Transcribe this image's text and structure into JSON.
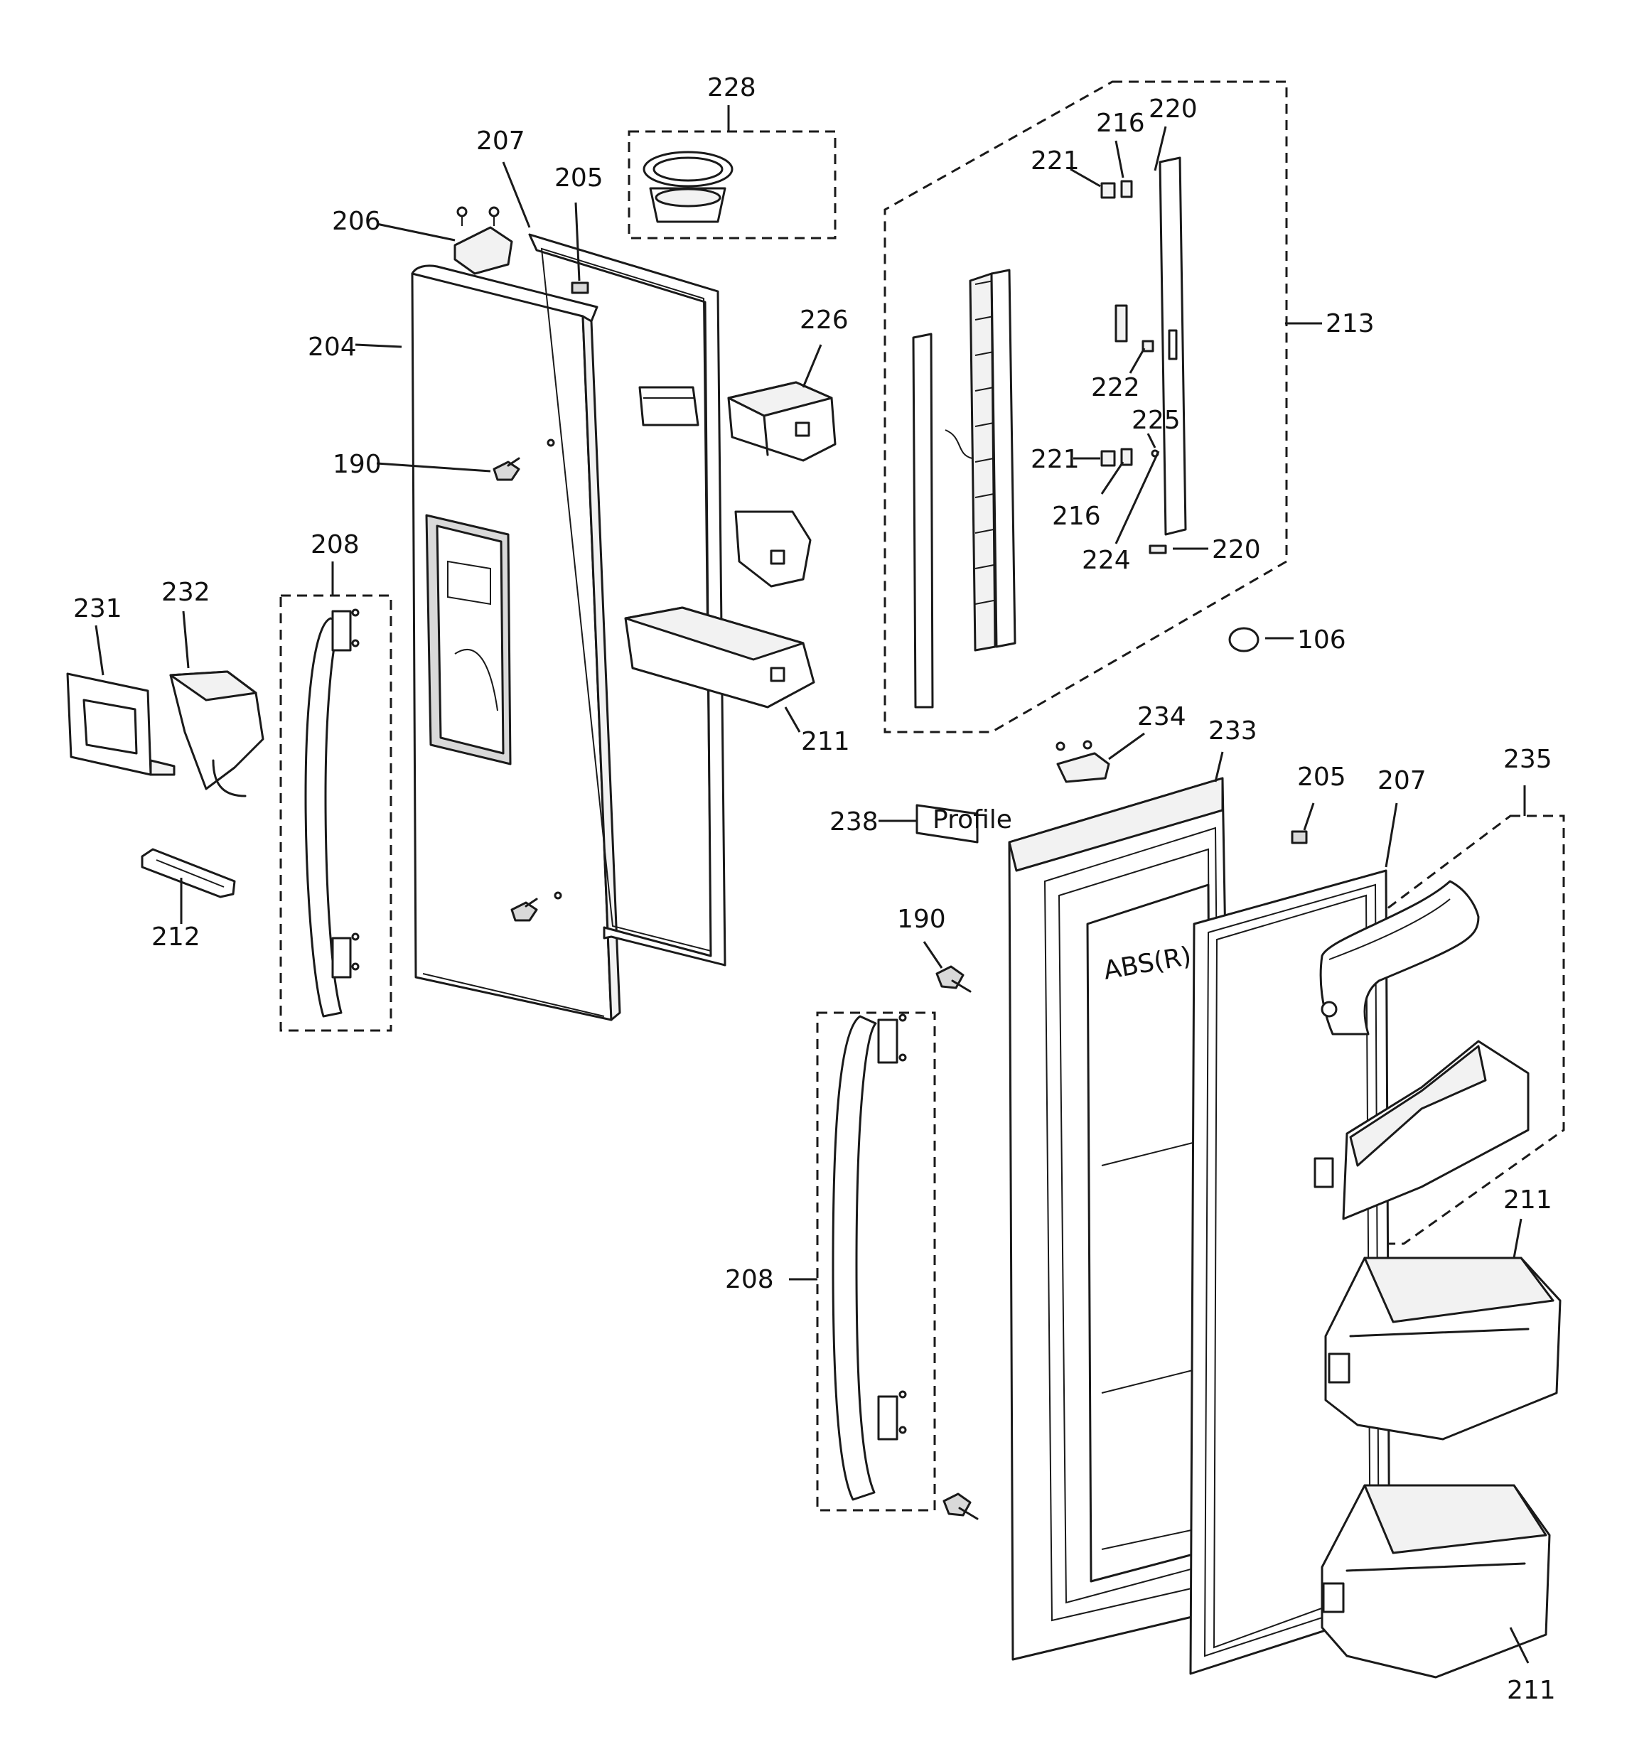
{
  "diagram": {
    "callouts": {
      "c106": "106",
      "c190a": "190",
      "c190b": "190",
      "c204": "204",
      "c205a": "205",
      "c205b": "205",
      "c206": "206",
      "c207a": "207",
      "c207b": "207",
      "c208a": "208",
      "c208b": "208",
      "c211a": "211",
      "c211b": "211",
      "c211c": "211",
      "c212": "212",
      "c213": "213",
      "c216a": "216",
      "c216b": "216",
      "c220a": "220",
      "c220b": "220",
      "c221a": "221",
      "c221b": "221",
      "c222": "222",
      "c224": "224",
      "c225": "225",
      "c226": "226",
      "c228": "228",
      "c231": "231",
      "c232": "232",
      "c233": "233",
      "c234": "234",
      "c235": "235",
      "c238": "238"
    },
    "door_label": "ABS(R)",
    "badge_text": "Profile"
  }
}
